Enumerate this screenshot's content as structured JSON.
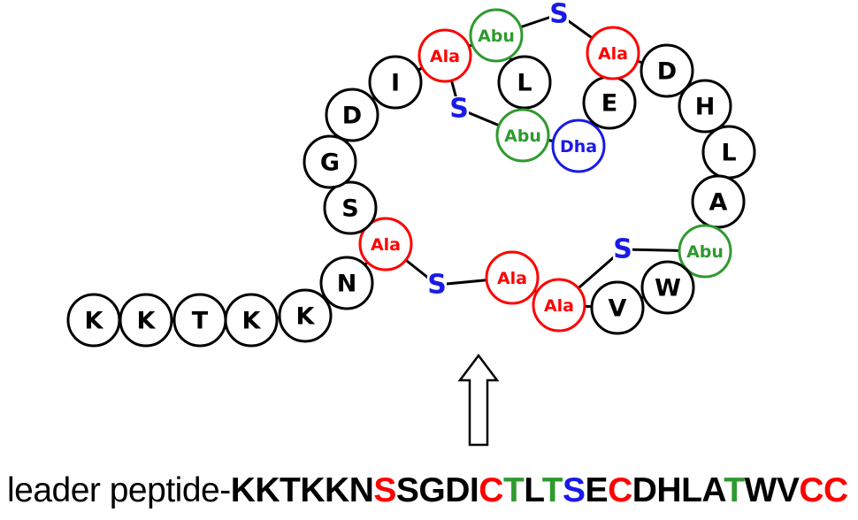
{
  "colors": {
    "standard": "#000000",
    "ala": "#ff0000",
    "abu": "#2f9a2f",
    "dha": "#1a1ae6",
    "sulfur": "#1a1ae6"
  },
  "residues": [
    {
      "id": "K1",
      "label": "K",
      "type": "standard"
    },
    {
      "id": "K2",
      "label": "K",
      "type": "standard"
    },
    {
      "id": "T3",
      "label": "T",
      "type": "standard"
    },
    {
      "id": "K4",
      "label": "K",
      "type": "standard"
    },
    {
      "id": "K5",
      "label": "K",
      "type": "standard"
    },
    {
      "id": "N6",
      "label": "N",
      "type": "standard"
    },
    {
      "id": "Ala7",
      "label": "Ala",
      "type": "ala"
    },
    {
      "id": "S8",
      "label": "S",
      "type": "standard"
    },
    {
      "id": "G9",
      "label": "G",
      "type": "standard"
    },
    {
      "id": "D10",
      "label": "D",
      "type": "standard"
    },
    {
      "id": "I11",
      "label": "I",
      "type": "standard"
    },
    {
      "id": "Ala12",
      "label": "Ala",
      "type": "ala"
    },
    {
      "id": "Abu13",
      "label": "Abu",
      "type": "abu"
    },
    {
      "id": "L14",
      "label": "L",
      "type": "standard"
    },
    {
      "id": "Abu15",
      "label": "Abu",
      "type": "abu"
    },
    {
      "id": "Dha16",
      "label": "Dha",
      "type": "dha"
    },
    {
      "id": "E17",
      "label": "E",
      "type": "standard"
    },
    {
      "id": "Ala18",
      "label": "Ala",
      "type": "ala"
    },
    {
      "id": "D19",
      "label": "D",
      "type": "standard"
    },
    {
      "id": "H20",
      "label": "H",
      "type": "standard"
    },
    {
      "id": "L21",
      "label": "L",
      "type": "standard"
    },
    {
      "id": "A22",
      "label": "A",
      "type": "standard"
    },
    {
      "id": "Abu23",
      "label": "Abu",
      "type": "abu"
    },
    {
      "id": "W24",
      "label": "W",
      "type": "standard"
    },
    {
      "id": "V25",
      "label": "V",
      "type": "standard"
    },
    {
      "id": "Ala26",
      "label": "Ala",
      "type": "ala"
    },
    {
      "id": "Ala27",
      "label": "Ala",
      "type": "ala"
    }
  ],
  "thioether_bridges": [
    {
      "label": "S",
      "from": "Ala7",
      "to": "Ala27"
    },
    {
      "label": "S",
      "from": "Ala12",
      "to": "Abu15"
    },
    {
      "label": "S",
      "from": "Abu13",
      "to": "Ala18"
    },
    {
      "label": "S",
      "from": "Abu23",
      "to": "Ala26"
    }
  ],
  "sequence": {
    "prefix": "leader peptide-",
    "residues": [
      {
        "letter": "K",
        "type": "standard"
      },
      {
        "letter": "K",
        "type": "standard"
      },
      {
        "letter": "T",
        "type": "standard"
      },
      {
        "letter": "K",
        "type": "standard"
      },
      {
        "letter": "K",
        "type": "standard"
      },
      {
        "letter": "N",
        "type": "standard"
      },
      {
        "letter": "S",
        "type": "ala"
      },
      {
        "letter": "S",
        "type": "standard"
      },
      {
        "letter": "G",
        "type": "standard"
      },
      {
        "letter": "D",
        "type": "standard"
      },
      {
        "letter": "I",
        "type": "standard"
      },
      {
        "letter": "C",
        "type": "ala"
      },
      {
        "letter": "T",
        "type": "abu"
      },
      {
        "letter": "L",
        "type": "standard"
      },
      {
        "letter": "T",
        "type": "abu"
      },
      {
        "letter": "S",
        "type": "dha"
      },
      {
        "letter": "E",
        "type": "standard"
      },
      {
        "letter": "C",
        "type": "ala"
      },
      {
        "letter": "D",
        "type": "standard"
      },
      {
        "letter": "H",
        "type": "standard"
      },
      {
        "letter": "L",
        "type": "standard"
      },
      {
        "letter": "A",
        "type": "standard"
      },
      {
        "letter": "T",
        "type": "abu"
      },
      {
        "letter": "W",
        "type": "standard"
      },
      {
        "letter": "V",
        "type": "standard"
      },
      {
        "letter": "C",
        "type": "ala"
      },
      {
        "letter": "C",
        "type": "ala"
      }
    ]
  }
}
